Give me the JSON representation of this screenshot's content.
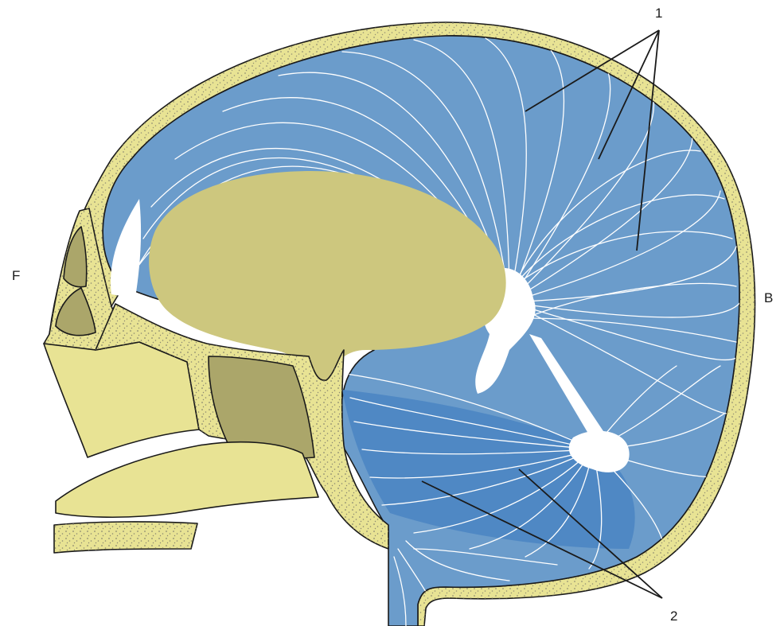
{
  "labels": {
    "front": "F",
    "back": "B",
    "callout_1": "1",
    "callout_2": "2"
  },
  "colors": {
    "fluid_blue": "#6b9ccb",
    "dense_blue": "#4f88c4",
    "bone_yellow": "#e8e394",
    "cavity_olive": "#aba66a",
    "brain_olive": "#cdc77e",
    "fibers": "#ffffff"
  }
}
